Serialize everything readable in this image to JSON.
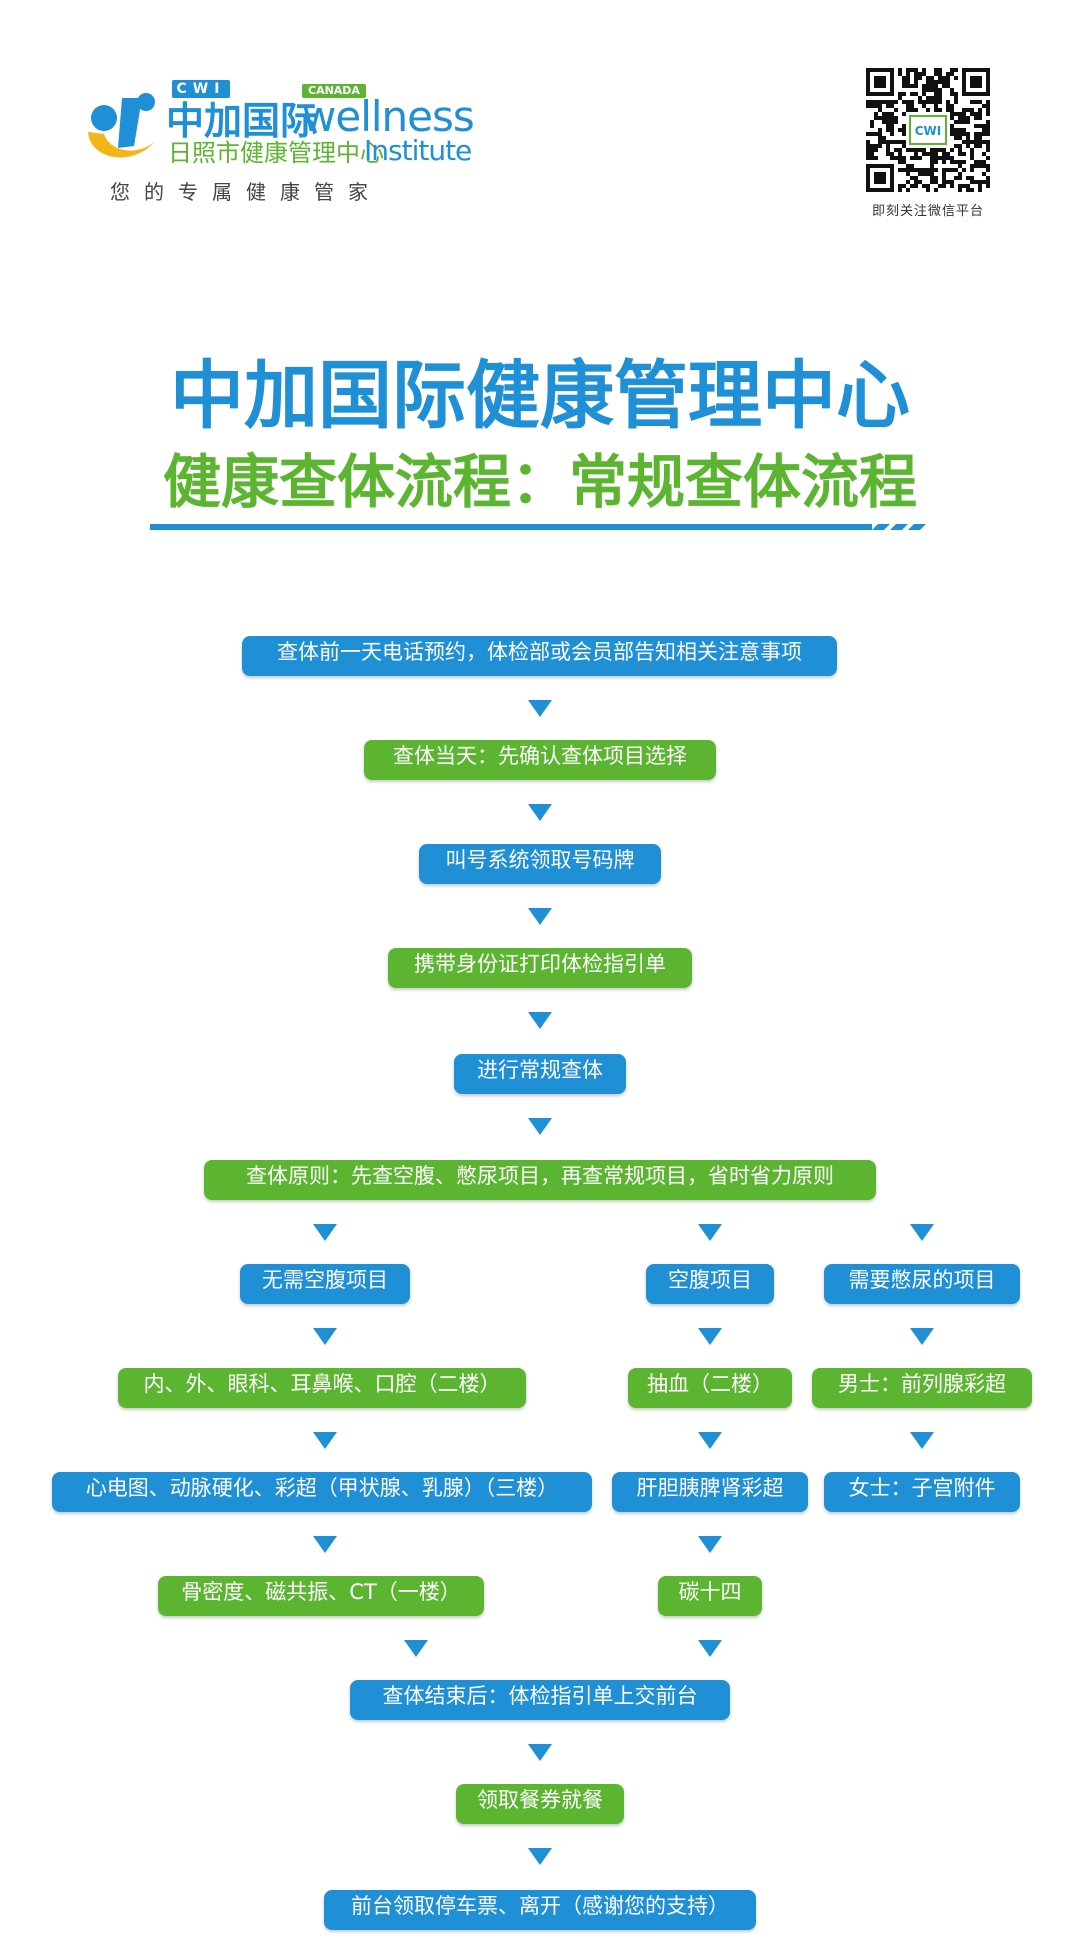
{
  "header": {
    "brand_abbr": "CWI",
    "brand_name_cn": "中加国际",
    "brand_country": "CANADA",
    "brand_wellness": "wellness",
    "brand_center_cn": "日照市健康管理中心",
    "brand_institute": "Institute",
    "tagline": "您的专属健康管家",
    "qr_caption": "即刻关注微信平台",
    "qr_logo_text": "CWI"
  },
  "titles": {
    "main": "中加国际健康管理中心",
    "sub": "健康查体流程：常规查体流程"
  },
  "colors": {
    "blue": "#1f8fd6",
    "green": "#5cb531"
  },
  "flow": {
    "step1": "查体前一天电话预约，体检部或会员部告知相关注意事项",
    "step2": "查体当天：先确认查体项目选择",
    "step3": "叫号系统领取号码牌",
    "step4": "携带身份证打印体检指引单",
    "step5": "进行常规查体",
    "step6": "查体原则：先查空腹、憋尿项目，再查常规项目，省时省力原则",
    "left": {
      "header": "无需空腹项目",
      "item1": "内、外、眼科、耳鼻喉、口腔（二楼）",
      "item2": "心电图、动脉硬化、彩超（甲状腺、乳腺）（三楼）",
      "item3": "骨密度、磁共振、CT（一楼）"
    },
    "middle": {
      "header": "空腹项目",
      "item1": "抽血（二楼）",
      "item2": "肝胆胰脾肾彩超",
      "item3": "碳十四"
    },
    "right": {
      "header": "需要憋尿的项目",
      "item1": "男士：前列腺彩超",
      "item2": "女士：子宫附件"
    },
    "step7": "查体结束后：体检指引单上交前台",
    "step8": "领取餐券就餐",
    "step9": "前台领取停车票、离开（感谢您的支持）"
  }
}
